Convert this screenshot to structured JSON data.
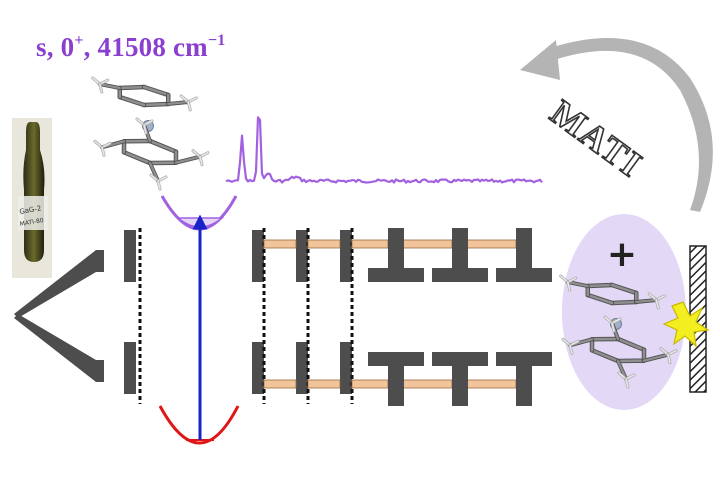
{
  "state_label": {
    "symmetry": "s, 0",
    "charge_sup": "+",
    "energy": ", 41508 cm",
    "unit_sup": "−1"
  },
  "technique_label": "MATI",
  "ion_charge_symbol": "+",
  "vial_label": "GaG-2 MATI-80",
  "colors": {
    "spectrum": "#a262e0",
    "label": "#8a3fd1",
    "excitation_arrow": "#1a23c9",
    "ground_potential": "#e01515",
    "excited_potential": "#a262e0",
    "electrode": "#4d4d4d",
    "insulator": "#f1c49c",
    "ion_cloud": "#e3d8f6",
    "spark": "#f3ee20",
    "curved_arrow": "#aaaaaa"
  },
  "icons": {
    "sandwich_complex": "molecule-icon",
    "detector": "detector-icon",
    "ionization": "spark-icon"
  }
}
